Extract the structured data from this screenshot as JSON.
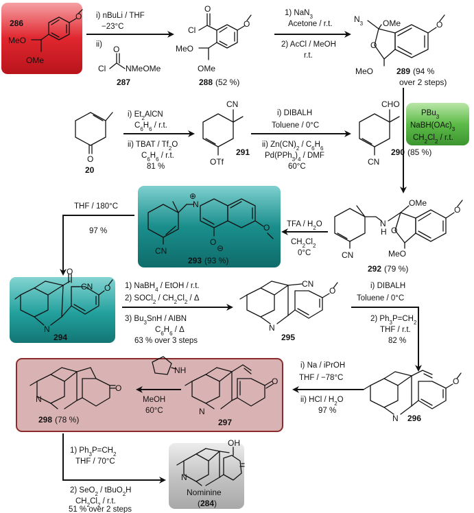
{
  "compounds": {
    "c286": "286",
    "c287": "287",
    "c288": "288",
    "c288_yield": " (52 %)",
    "c289": "289",
    "c289_yield_a": " (94 %",
    "c289_yield_b": "over 2 steps)",
    "c20": "20",
    "c291": "291",
    "c290": "290",
    "c290_yield": " (85 %)",
    "c292": "292",
    "c292_yield": " (79 %)",
    "c293": "293",
    "c293_yield": " (93 %)",
    "c294": "294",
    "c295": "295",
    "c296": "296",
    "c297": "297",
    "c298": "298",
    "c298_yield": " (78 %)",
    "c284_name": "Nominine",
    "c284": "284"
  },
  "reagents": {
    "r1_a": "i) nBuLi / THF",
    "r1_b": "−23°C",
    "r1_c": "ii)",
    "r1_d": "NMeOMe",
    "r2_a": "1) NaN",
    "r2_a_sub": "3",
    "r2_b": "Acetone / r.t.",
    "r2_c": "2) AcCl / MeOH",
    "r2_d": "r.t.",
    "r3_a": "i) Et",
    "r3_a_sub": "2",
    "r3_a_rest": "AlCN",
    "r3_b": "C",
    "r3_b_sub1": "6",
    "r3_b_h": "H",
    "r3_b_sub2": "6",
    "r3_b_rest": " / r.t.",
    "r3_c": "ii) TBAT / Tf",
    "r3_c_sub": "2",
    "r3_c_rest": "O",
    "r3_d": "C",
    "r3_d_rest": " / r.t.",
    "r3_e": "81 %",
    "r4_a": "i) DIBALH",
    "r4_b": "Toluene / 0°C",
    "r4_c": "ii) Zn(CN)",
    "r4_c_sub": "2",
    "r4_c_rest": " / C",
    "r4_d": "Pd(PPh",
    "r4_d_sub": "3",
    "r4_d_rest": ")",
    "r4_d_sub2": "4",
    "r4_d_rest2": " / DMF",
    "r4_e": "60°C",
    "r5_a": "PBu",
    "r5_a_sub": "3",
    "r5_b": "NaBH(OAc)",
    "r5_b_sub": "3",
    "r5_c": "CH",
    "r5_c_sub": "2",
    "r5_c_mid": "Cl",
    "r5_c_sub2": "2",
    "r5_c_rest": " / r.t.",
    "r6_a": "TFA / H",
    "r6_a_sub": "2",
    "r6_a_rest": "O",
    "r6_b": "CH",
    "r6_b_rest": "Cl",
    "r6_c": "0°C",
    "r7_a": "THF / 180°C",
    "r7_b": "97 %",
    "r8_a": "1) NaBH",
    "r8_a_sub": "4",
    "r8_a_rest": " / EtOH / r.t.",
    "r8_b": "2) SOCl",
    "r8_b_rest": " / CH",
    "r8_b_rest2": "Cl",
    "r8_b_rest3": " / Δ",
    "r8_c": "3) Bu",
    "r8_c_sub": "3",
    "r8_c_rest": "SnH / AIBN",
    "r8_d": "C",
    "r8_d_rest": " / Δ",
    "r8_e": "63 % over 3 steps",
    "r9_a": "i) DIBALH",
    "r9_b": "Toluene / 0°C",
    "r9_c": "2) Ph",
    "r9_c_sub": "3",
    "r9_c_rest": "P=CH",
    "r9_c_sub2": "2",
    "r9_d": "THF / r.t.",
    "r9_e": "82 %",
    "r10_a": "i) Na / iPrOH",
    "r10_b": "THF / −78°C",
    "r10_c": "ii) HCl / H",
    "r10_c_rest": "O",
    "r10_d": "97 %",
    "r11_a": "MeOH",
    "r11_b": "60°C",
    "r12_a": "1) Ph",
    "r12_a_rest": "P=CH",
    "r12_b": "THF / 70°C",
    "r12_c": "2) SeO",
    "r12_c_rest": " / tBuO",
    "r12_c_rest2": "H",
    "r12_d": "CH",
    "r12_d_rest": " / r.t.",
    "r12_e": "51 % over 2 steps"
  },
  "atoms": {
    "o": "O",
    "cl": "Cl",
    "meo": "MeO",
    "ome": "OMe",
    "n3": "N",
    "cn": "CN",
    "cho": "CHO",
    "otf": "OTf",
    "n": "N",
    "nh": "NH",
    "h": "H",
    "plus": "⊕",
    "minus": "⊖",
    "oh": "OH"
  },
  "colors": {
    "red_box": "#e0262e",
    "green_box": "#5dbb48",
    "teal_box": "#1a8e8c",
    "rose_box": "#cfa3a3",
    "rose_border": "#8b2b2b",
    "gray_box": "#c8c8c8"
  }
}
